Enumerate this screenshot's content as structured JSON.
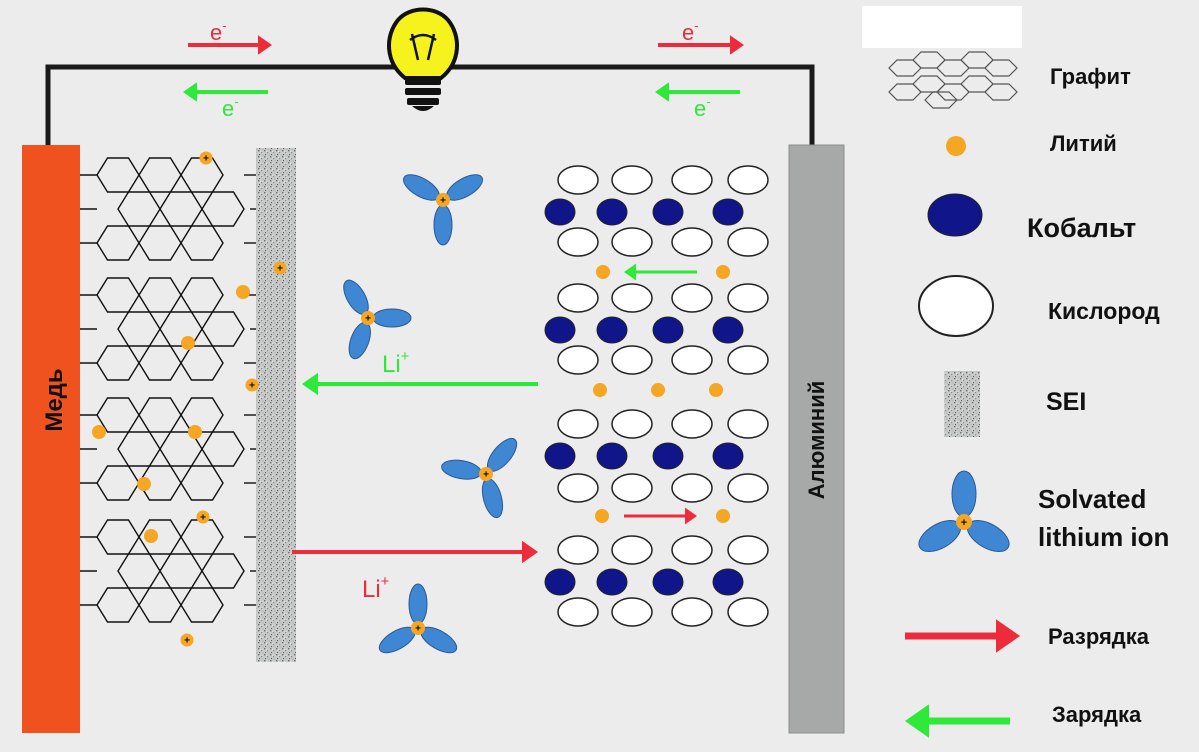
{
  "electrodes": {
    "anode_label": "Медь",
    "cathode_label": "Алюминий"
  },
  "circuit": {
    "electron_label": "e",
    "electron_charge": "-"
  },
  "ions": {
    "li_label": "Li",
    "li_charge": "+"
  },
  "legend": {
    "graphite": "Графит",
    "lithium": "Литий",
    "cobalt": "Кобальт",
    "oxygen": "Кислород",
    "sei": "SEI",
    "solvated_line1": "Solvated",
    "solvated_line2": "lithium ion",
    "discharge": "Разрядка",
    "charge": "Зарядка"
  },
  "colors": {
    "background": "#ececec",
    "copper": "#f0521f",
    "aluminum": "#a7a9a8",
    "wire": "#1a1a1a",
    "lithium": "#f5a623",
    "cobalt": "#10168a",
    "oxygen": "#ffffff",
    "solvent": "#3f86d3",
    "discharge_arrow": "#ee2b3b",
    "charge_arrow": "#2ee83a",
    "bulb": "#f6f21e"
  }
}
